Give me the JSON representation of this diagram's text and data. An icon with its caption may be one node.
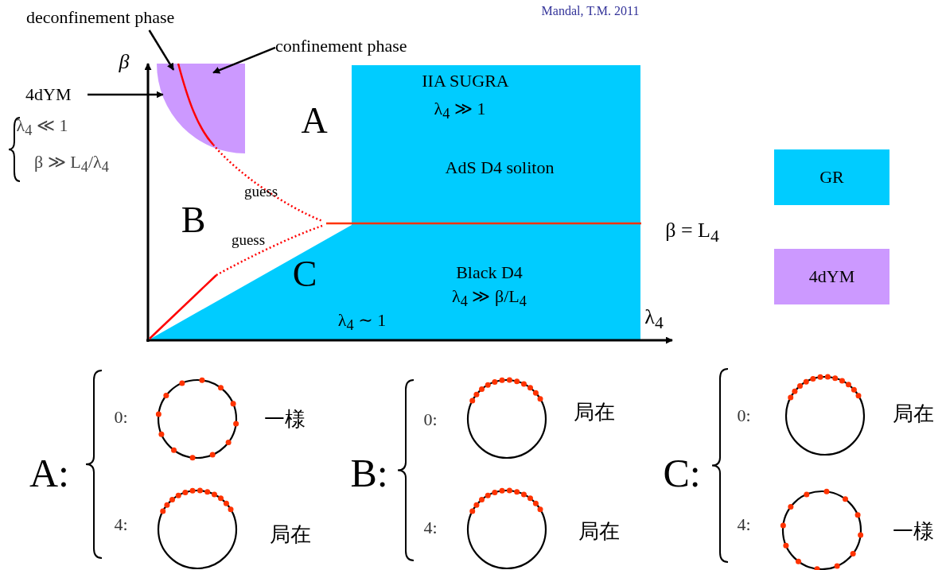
{
  "diagram": {
    "nodes": [
      {
        "text": [
          "deconfinement phase"
        ]
      },
      {
        "text": [
          "confinement phase"
        ]
      },
      {
        "text": [
          "4dYM"
        ]
      },
      {
        "text": [],
        "shape": "region"
      },
      {
        "text": [
          "IIA SUGRA",
          "λ$_{4}$ ≫ 1",
          "AdS D4 soliton"
        ]
      },
      {
        "text": [
          "Black D4",
          "λ$_{4}$ ≫ β/L$_{4}$"
        ]
      }
    ],
    "edges": [
      {
        "from": 0,
        "to": 3,
        "arrow": "to"
      },
      {
        "from": 1,
        "to": 3,
        "arrow": "to"
      },
      {
        "from": 2,
        "to": 3,
        "arrow": "to"
      }
    ],
    "labels": [
      "Mandal, T.M. 2011",
      "β",
      "λ$_{4}$ ≪ 1",
      "β ≫ L$_{4}$/λ$_{4}$",
      "A",
      "guess",
      "B",
      "β = L$_{4}$",
      "guess",
      "C",
      "λ$_{4}$ ∼ 1",
      "λ$_{4}$",
      "A:",
      "0:",
      "一様",
      "4:",
      "局在",
      "B:",
      "0:",
      "局在",
      "4:",
      "局在",
      "C:",
      "0:",
      "局在",
      "4:",
      "一様"
    ],
    "legend": [
      {
        "text": "GR",
        "color": "#00ccff"
      },
      {
        "text": "4dYM",
        "color": "#cc99ff"
      }
    ]
  }
}
